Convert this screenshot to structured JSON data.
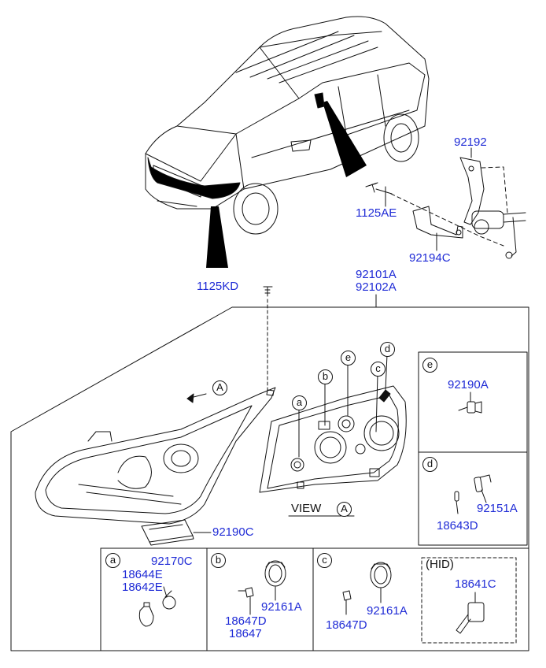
{
  "part_numbers": {
    "p92192": "92192",
    "p1125AE": "1125AE",
    "p92194C": "92194C",
    "p1125KD": "1125KD",
    "p92101A": "92101A",
    "p92102A": "92102A",
    "p92190A": "92190A",
    "p92151A": "92151A",
    "p18643D": "18643D",
    "p92190C": "92190C",
    "p92170C": "92170C",
    "p18644E": "18644E",
    "p18642E": "18642E",
    "p18647D_b": "18647D",
    "p18647": "18647",
    "p92161A_b": "92161A",
    "p18647D_c": "18647D",
    "p92161A_c": "92161A",
    "p18641C": "18641C"
  },
  "view_label": {
    "text": "VIEW",
    "ref": "A"
  },
  "arrow_ref": "A",
  "hid_label": "(HID)",
  "callouts": {
    "a": "a",
    "b": "b",
    "c": "c",
    "d": "d",
    "e": "e"
  },
  "colors": {
    "part_number": "#1f2bd6",
    "line": "#111111"
  }
}
